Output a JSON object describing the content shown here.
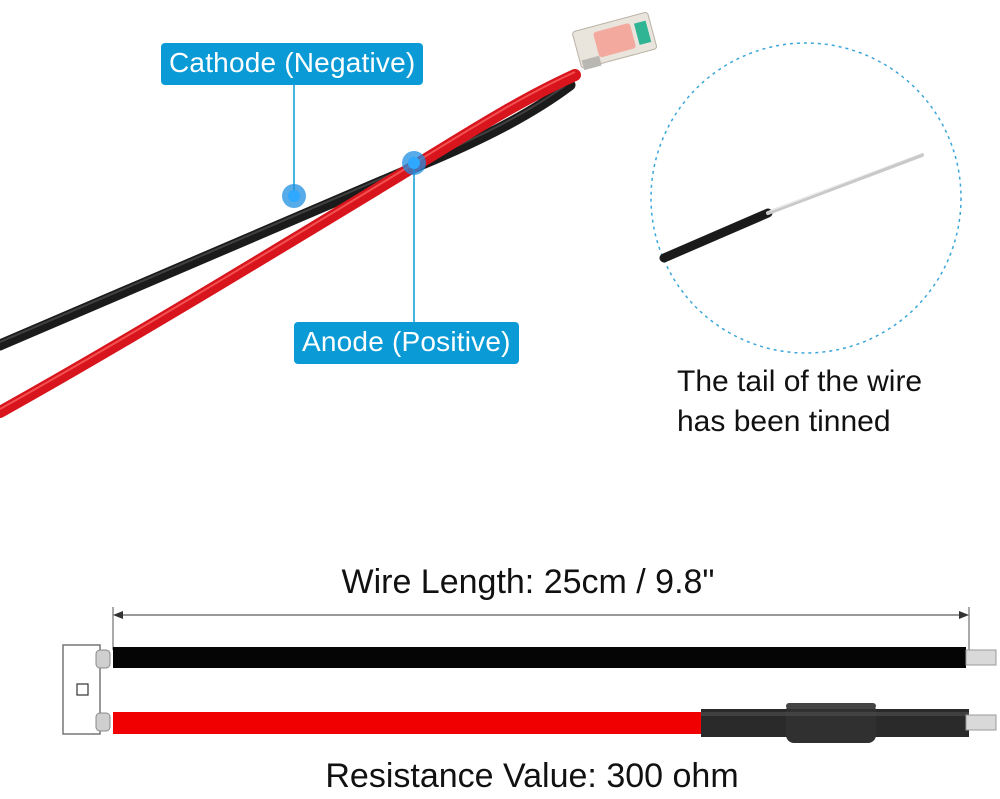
{
  "callouts": {
    "cathode": "Cathode (Negative)",
    "anode": "Anode (Positive)"
  },
  "inset": {
    "caption_line1": "The tail of the wire",
    "caption_line2": "has been tinned"
  },
  "diagram": {
    "wire_length_label": "Wire Length: 25cm / 9.8\"",
    "resistance_label": "Resistance Value: 300 ohm"
  },
  "colors": {
    "callout_blue": "#0a9bd6",
    "wire_red": "#e0191e",
    "wire_black": "#151515",
    "inset_border": "#3aa6d8"
  },
  "icons": [
    "led-chip-icon",
    "wire-tinned-tip-icon",
    "heat-shrink-resistor-icon"
  ]
}
